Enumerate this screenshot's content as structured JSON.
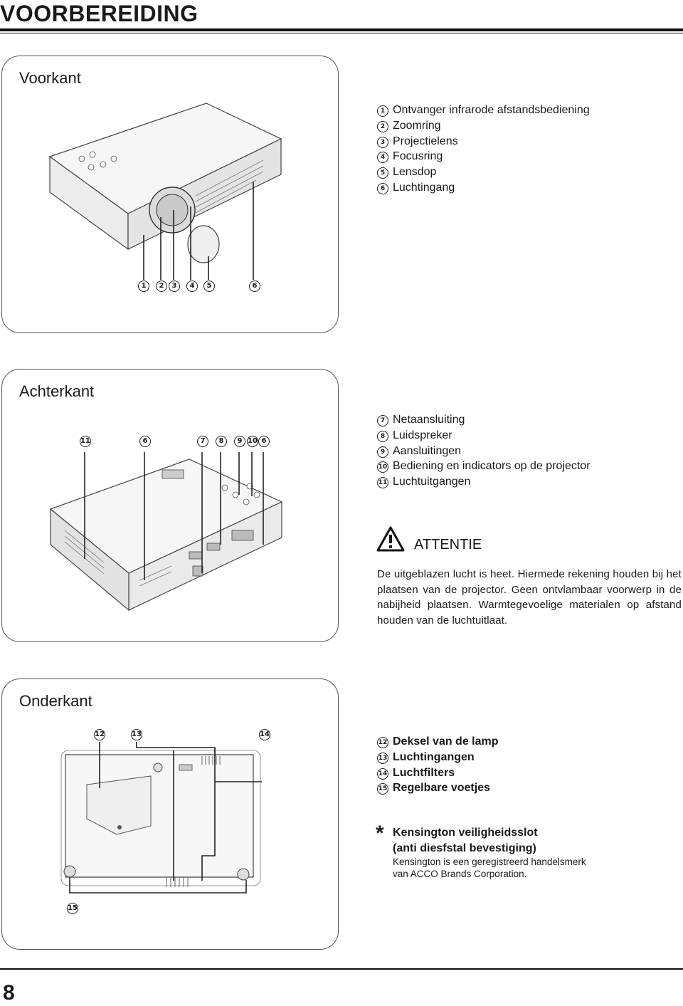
{
  "header": {
    "title": "VOORBEREIDING"
  },
  "front": {
    "title": "Voorkant",
    "items": [
      {
        "num": "1",
        "label": "Ontvanger infrarode afstandsbediening"
      },
      {
        "num": "2",
        "label": "Zoomring"
      },
      {
        "num": "3",
        "label": "Projectielens"
      },
      {
        "num": "4",
        "label": "Focusring"
      },
      {
        "num": "5",
        "label": "Lensdop"
      },
      {
        "num": "6",
        "label": "Luchtingang"
      }
    ],
    "callouts": [
      "1",
      "2",
      "3",
      "4",
      "5",
      "6"
    ]
  },
  "rear": {
    "title": "Achterkant",
    "items": [
      {
        "num": "7",
        "label": "Netaansluiting"
      },
      {
        "num": "8",
        "label": "Luidspreker"
      },
      {
        "num": "9",
        "label": "Aansluitingen"
      },
      {
        "num": "10",
        "label": "Bediening en indicators op de projector"
      },
      {
        "num": "11",
        "label": "Luchtuitgangen"
      }
    ],
    "callouts": [
      "11",
      "6",
      "7",
      "8",
      "9",
      "10",
      "6"
    ],
    "attention": {
      "title": "ATTENTIE",
      "text": "De uitgeblazen lucht is heet. Hiermede rekening houden bij het plaatsen van de projector. Geen ontvlambaar voorwerp in de nabijheid plaatsen. Warmtegevoelige materialen op afstand houden van de luchtuitlaat."
    }
  },
  "bottom": {
    "title": "Onderkant",
    "items": [
      {
        "num": "12",
        "label": "Deksel van de lamp"
      },
      {
        "num": "13",
        "label": "Luchtingangen"
      },
      {
        "num": "14",
        "label": "Luchtfilters"
      },
      {
        "num": "15",
        "label": "Regelbare voetjes"
      }
    ],
    "callouts": [
      "12",
      "13",
      "14",
      "15"
    ],
    "kensington": {
      "symbol": "*",
      "title_line1": "Kensington veiligheidsslot",
      "title_line2": "(anti diesfstal bevestiging)",
      "note_line1": "Kensington is een geregistreerd handelsmerk",
      "note_line2": "van ACCO Brands Corporation."
    }
  },
  "footer": {
    "page_number": "8"
  }
}
